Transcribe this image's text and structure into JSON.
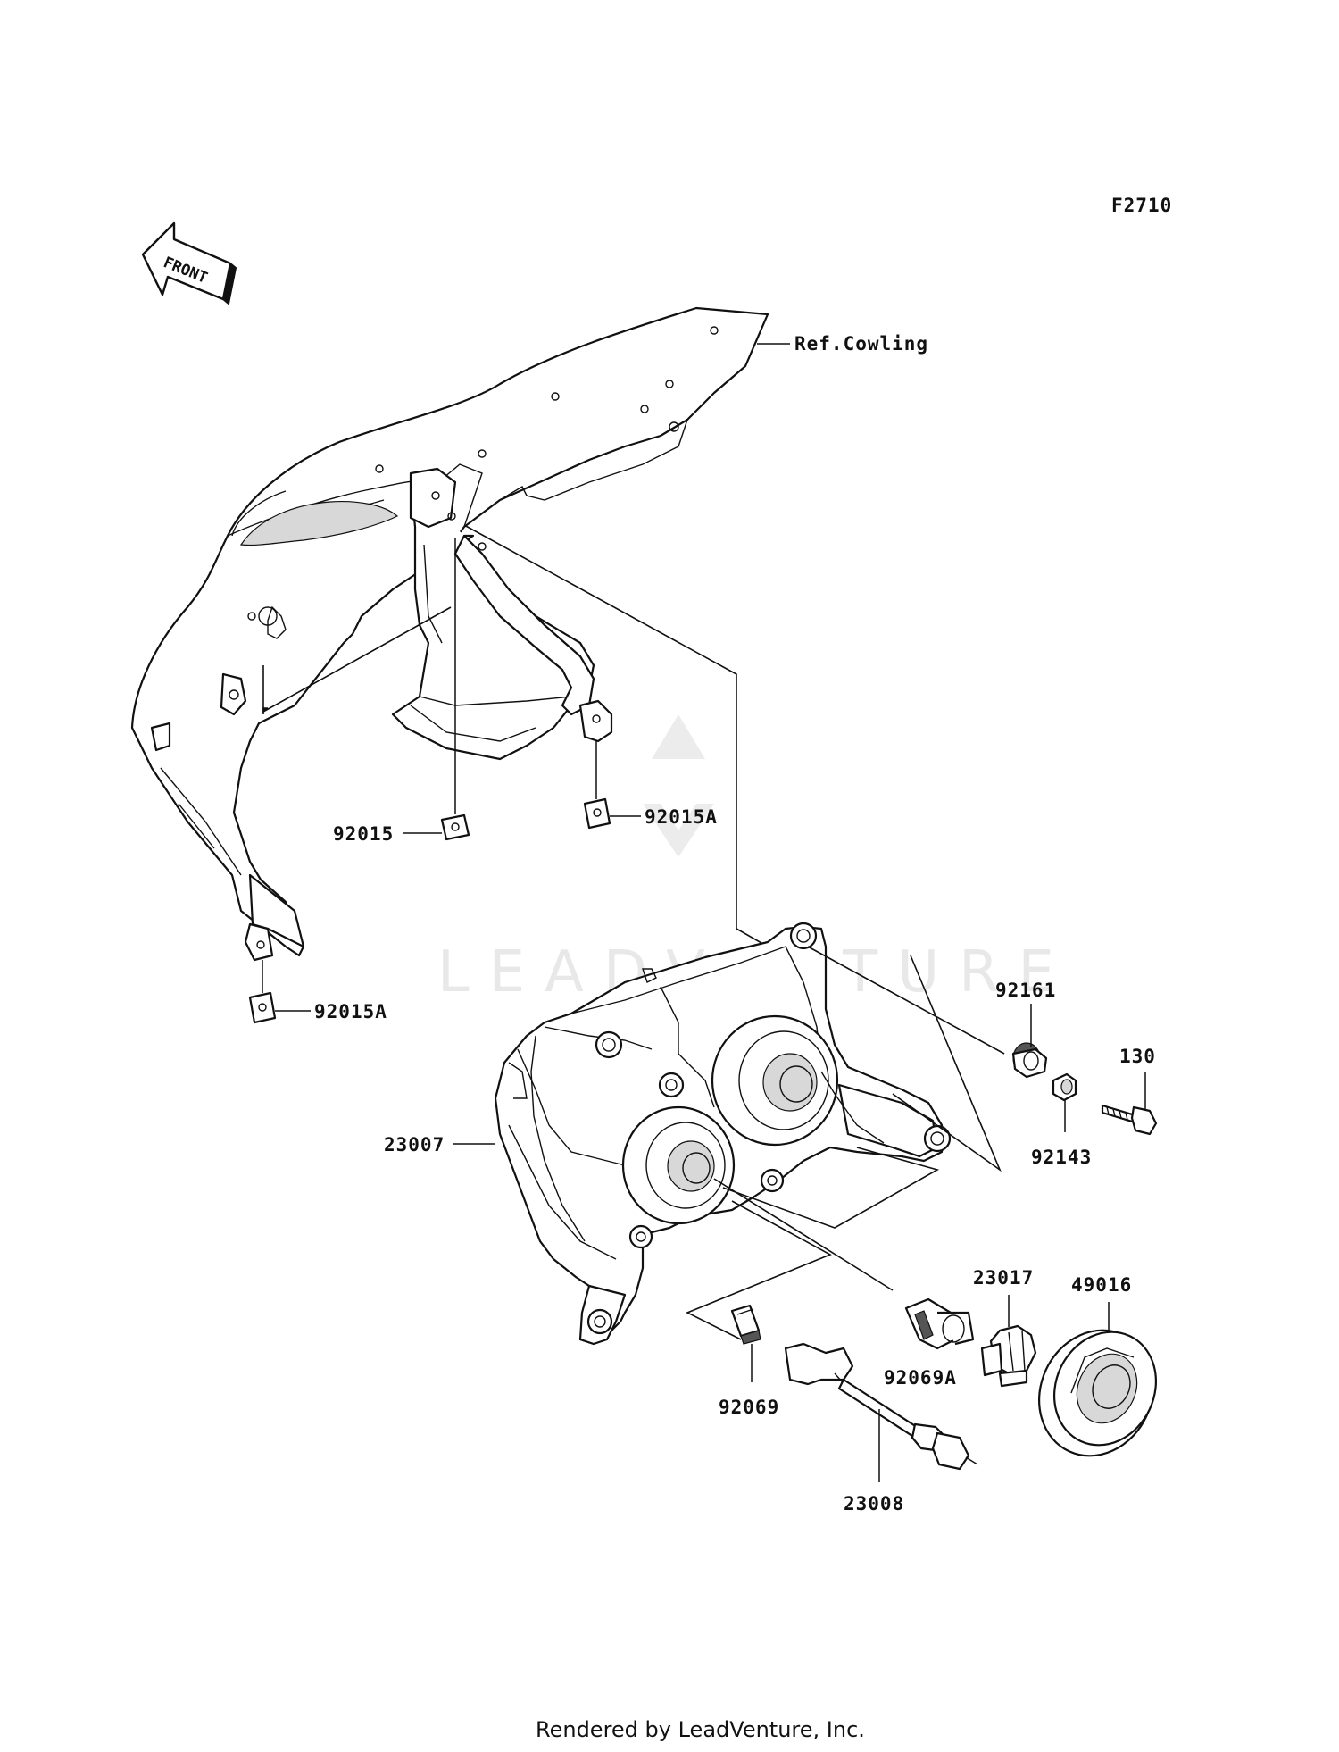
{
  "figure_code": "F2710",
  "front_label": "FRONT",
  "reference_label": "Ref.Cowling",
  "watermark": "LEADVENTURE",
  "footer": "Rendered by LeadVenture, Inc.",
  "parts": {
    "p92015": "92015",
    "p92015a_upper": "92015A",
    "p92015a_lower": "92015A",
    "p23007": "23007",
    "p92161": "92161",
    "p130": "130",
    "p92143": "92143",
    "p23017": "23017",
    "p49016": "49016",
    "p92069": "92069",
    "p92069a": "92069A",
    "p23008": "23008"
  }
}
